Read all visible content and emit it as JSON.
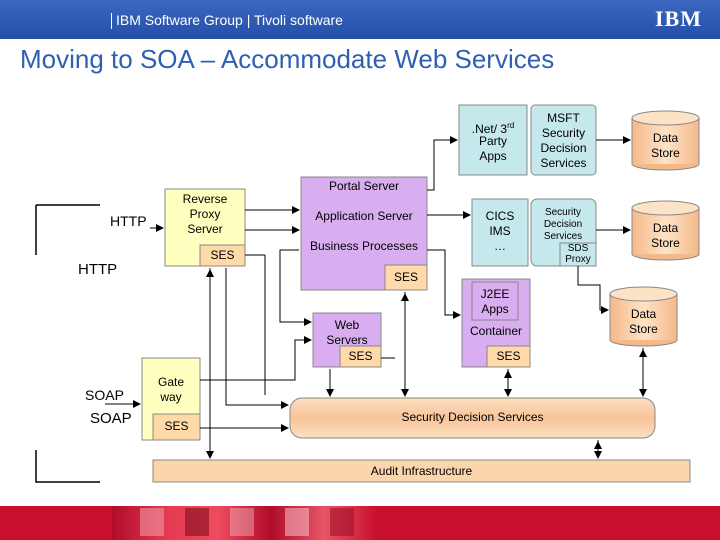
{
  "header": {
    "group": "IBM Software Group | Tivoli software",
    "logo": "IBM"
  },
  "title": "Moving to SOA – Accommodate Web Services",
  "diagram": {
    "client_http_label": "HTTP",
    "client_http_label2": "HTTP",
    "client_soap_label": "SOAP",
    "client_soap_label2": "SOAP",
    "reverse_proxy": "Reverse\nProxy\nServer",
    "ses": "SES",
    "portal_server": "Portal Server",
    "application_server": "Application Server",
    "business_processes": "Business Processes",
    "net_apps_prefix": ".Net/ 3",
    "net_apps_sup": "rd",
    "net_apps_rest": "Party\nApps",
    "msft": "MSFT\nSecurity\nDecision\nServices",
    "data_store": "Data\nStore",
    "cics": "CICS\nIMS\n…",
    "security_decision_services_small": "Security\nDecision\nServices",
    "sds_proxy": "SDS\nProxy",
    "j2ee_apps": "J2EE\nApps",
    "container": "Container",
    "web_servers": "Web\nServers",
    "gateway": "Gate\nway",
    "security_decision_services": "Security Decision Services",
    "audit_infrastructure": "Audit Infrastructure"
  },
  "colors": {
    "header_blue": "#2f5fb3",
    "proxy_yellow": "#ffffc0",
    "app_purple": "#d9aef0",
    "ses_orange": "#ffd9a8",
    "apps_teal": "#c4e8ec",
    "store_orange": "#fbd5ac",
    "footer_red": "#c8102e"
  }
}
